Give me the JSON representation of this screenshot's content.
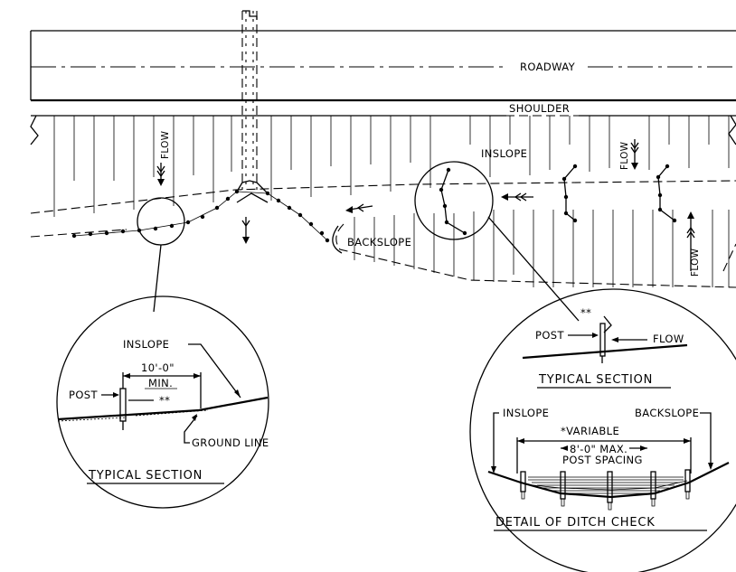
{
  "plan": {
    "roadway": "ROADWAY",
    "shoulder": "SHOULDER",
    "inslope": "INSLOPE",
    "backslope": "BACKSLOPE",
    "flow": "FLOW"
  },
  "left_detail": {
    "inslope": "INSLOPE",
    "dimension": "10'-0\"",
    "min": "MIN.",
    "post": "POST",
    "note": "**",
    "ground_line": "GROUND LINE",
    "title": "TYPICAL SECTION"
  },
  "right_detail": {
    "note": "**",
    "post": "POST",
    "flow": "FLOW",
    "title": "TYPICAL SECTION",
    "inslope": "INSLOPE",
    "backslope": "BACKSLOPE",
    "variable": "*VARIABLE",
    "max_spacing": "8'-0\" MAX.",
    "post_spacing": "POST SPACING",
    "title2": "DETAIL OF DITCH CHECK"
  }
}
